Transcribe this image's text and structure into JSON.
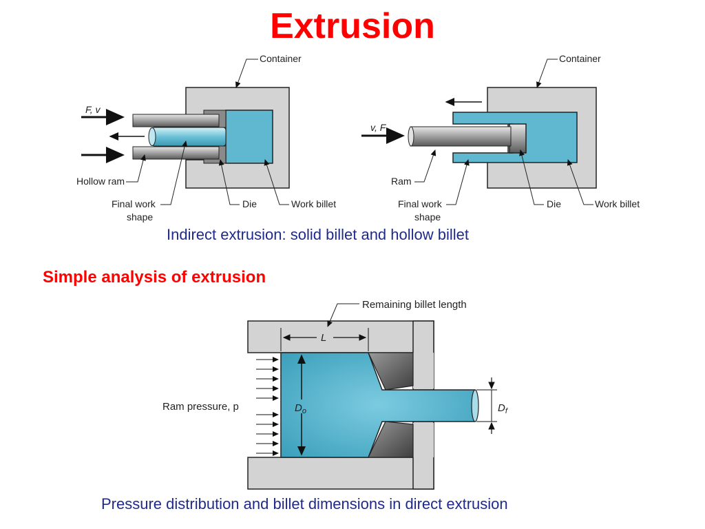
{
  "title": "Extrusion",
  "figure1": {
    "caption": "Indirect extrusion: solid billet and hollow billet",
    "left": {
      "container": "Container",
      "force": "F, v",
      "hollow_ram": "Hollow ram",
      "final_work_1": "Final work",
      "final_work_2": "shape",
      "die": "Die",
      "work_billet": "Work billet"
    },
    "right": {
      "container": "Container",
      "force": "v, F",
      "ram": "Ram",
      "final_work_1": "Final work",
      "final_work_2": "shape",
      "die": "Die",
      "work_billet": "Work billet"
    }
  },
  "section": {
    "heading": "Simple analysis of extrusion"
  },
  "figure2": {
    "caption": "Pressure distribution and billet dimensions in direct extrusion",
    "remaining": "Remaining billet length",
    "L": "L",
    "ram_pressure": "Ram pressure, p",
    "D0": "D",
    "D0_sub": "o",
    "Df": "D",
    "Df_sub": "f"
  },
  "colors": {
    "title": "#ff0000",
    "caption": "#1f2a8a",
    "container": "#d3d3d3",
    "billet": "#5fb8d0",
    "die": "#7a7a7a"
  }
}
